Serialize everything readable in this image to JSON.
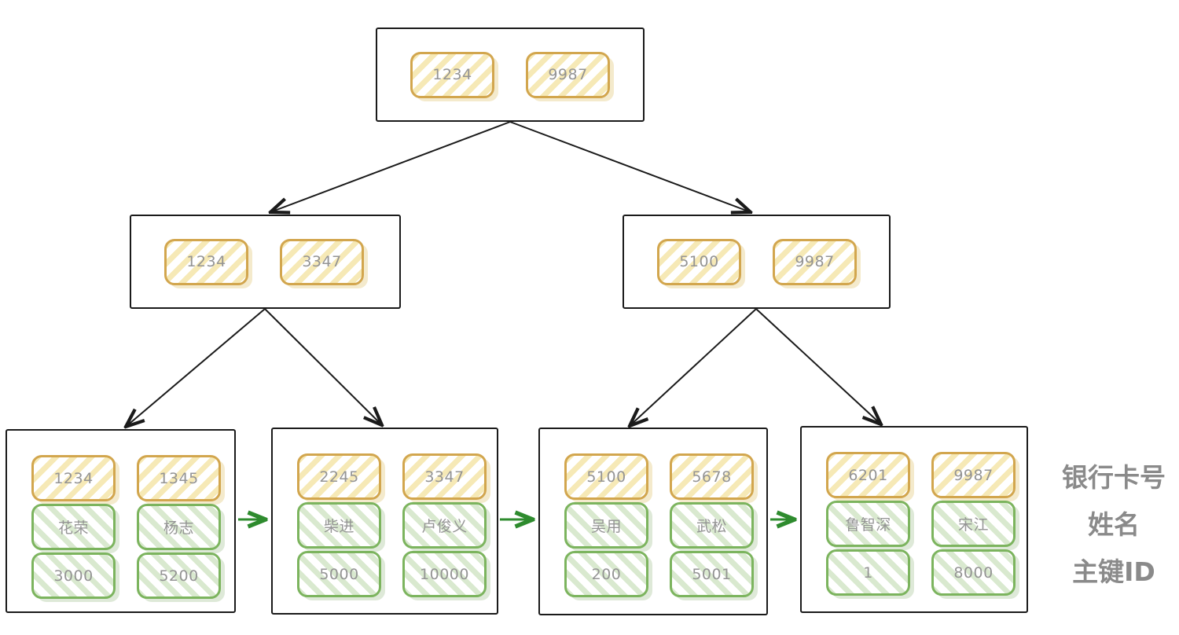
{
  "diagram": {
    "type": "bplus-tree-index",
    "root": {
      "keys": [
        "1234",
        "9987"
      ]
    },
    "internals": [
      {
        "keys": [
          "1234",
          "3347"
        ]
      },
      {
        "keys": [
          "5100",
          "9987"
        ]
      }
    ],
    "leaves": [
      {
        "entries": [
          {
            "card": "1234",
            "name": "花荣",
            "id": "3000"
          },
          {
            "card": "1345",
            "name": "杨志",
            "id": "5200"
          }
        ]
      },
      {
        "entries": [
          {
            "card": "2245",
            "name": "柴进",
            "id": "5000"
          },
          {
            "card": "3347",
            "name": "卢俊义",
            "id": "10000"
          }
        ]
      },
      {
        "entries": [
          {
            "card": "5100",
            "name": "吴用",
            "id": "200"
          },
          {
            "card": "5678",
            "name": "武松",
            "id": "5001"
          }
        ]
      },
      {
        "entries": [
          {
            "card": "6201",
            "name": "鲁智深",
            "id": "1"
          },
          {
            "card": "9987",
            "name": "宋江",
            "id": "8000"
          }
        ]
      }
    ],
    "legend": {
      "row1": "银行卡号",
      "row2": "姓名",
      "row3": "主键ID"
    },
    "colors": {
      "key_border": "#d2a64e",
      "key_stripe": "#f6e9b6",
      "value_border": "#7cb45e",
      "value_stripe": "#d9e9cf",
      "edge": "#1a1a1a",
      "leaf_link": "#2e8b2e",
      "cell_text": "#949494",
      "legend_text": "#8a8a8a"
    }
  }
}
